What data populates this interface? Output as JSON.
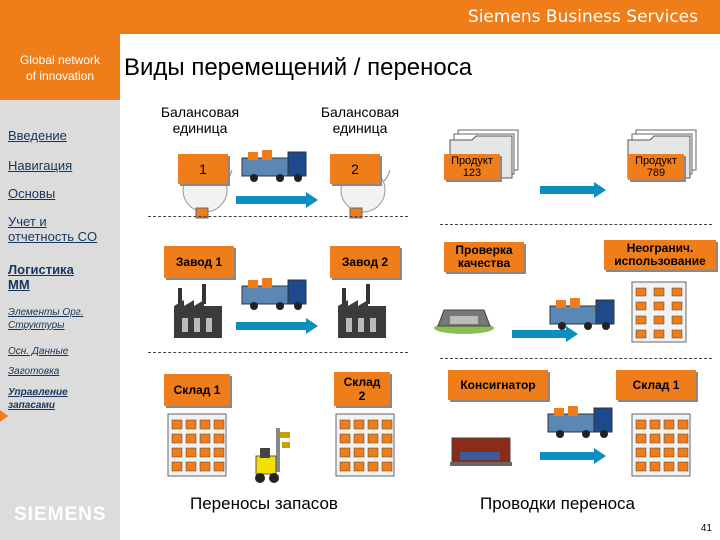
{
  "header": {
    "brand": "Siemens Business Services"
  },
  "sidebar": {
    "tagline_1": "Global network",
    "tagline_2": "of innovation",
    "items": [
      {
        "label": "Введение"
      },
      {
        "label": "Навигация"
      },
      {
        "label": "Основы"
      },
      {
        "label_1": "Учет и",
        "label_2": "отчетность CO"
      },
      {
        "label_1": "Логистика",
        "label_2": "MM"
      },
      {
        "label_1": "Элементы Орг.",
        "label_2": "Структуры"
      },
      {
        "label": "Осн. Данные"
      },
      {
        "label": "Заготовка"
      },
      {
        "label_1": "Управление",
        "label_2": "запасами"
      }
    ],
    "logo": "SIEMENS"
  },
  "title": "Виды перемещений / переноса",
  "left": {
    "col1_header_1": "Балансовая",
    "col1_header_2": "единица",
    "col2_header_1": "Балансовая",
    "col2_header_2": "единица",
    "unit1": "1",
    "unit2": "2",
    "plant1": "Завод 1",
    "plant2": "Завод 2",
    "store1": "Склад 1",
    "store2_1": "Склад",
    "store2_2": "2",
    "bottom": "Переносы запасов"
  },
  "right": {
    "prod1_1": "Продукт",
    "prod1_2": "123",
    "prod2_1": "Продукт",
    "prod2_2": "789",
    "quality_1": "Проверка",
    "quality_2": "качества",
    "unrestricted_1": "Неогранич.",
    "unrestricted_2": "использование",
    "consignor": "Консигнатор",
    "store1": "Склад 1",
    "bottom": "Проводки переноса"
  },
  "page_number": "41",
  "colors": {
    "accent": "#ee7d1a",
    "arrow": "#0c8fbf",
    "sidebar": "#dcdcdc"
  }
}
